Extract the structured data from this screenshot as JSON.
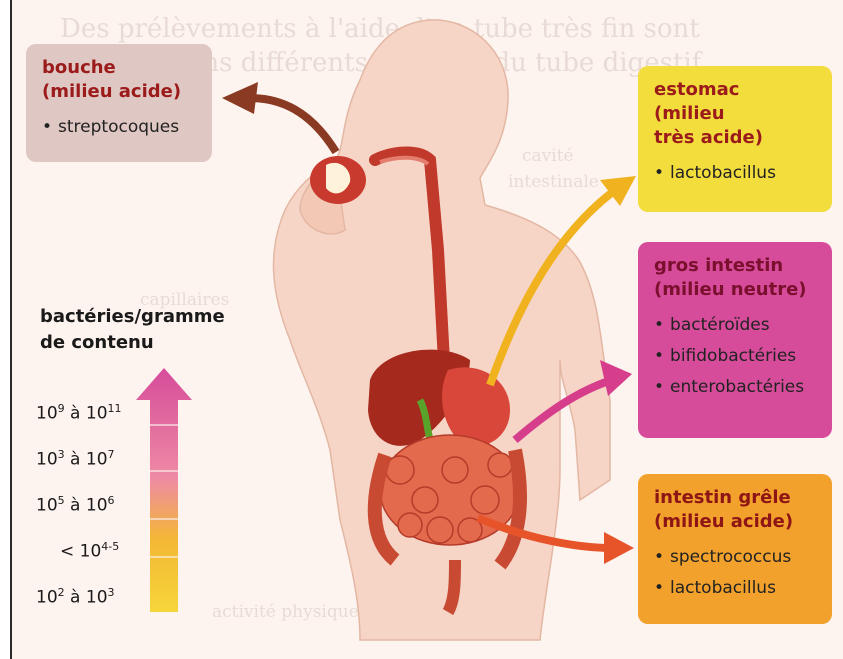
{
  "background_text": {
    "line1": "Des prélèvements à l'aide d'un tube très fin sont",
    "line2": "réalisés dans différents endroits du tube digestif",
    "caption1": "cavité",
    "caption2": "intestinale",
    "caption3": "capillaires",
    "caption4": "activité physique"
  },
  "boxes": {
    "mouth": {
      "title": "bouche\n(milieu acide)",
      "items": [
        "streptocoques"
      ]
    },
    "stomach": {
      "title": "estomac\n(milieu\ntrès acide)",
      "items": [
        "lactobacillus"
      ]
    },
    "colon": {
      "title": "gros intestin\n(milieu neutre)",
      "items": [
        "bactéroïdes",
        "bifidobactéries",
        "enterobactéries"
      ]
    },
    "small_intestine": {
      "title": "intestin grêle\n(milieu acide)",
      "items": [
        "spectrococcus",
        "lactobacillus"
      ]
    }
  },
  "scale": {
    "title": "bactéries/gramme\nde contenu",
    "levels": [
      {
        "base": "10",
        "exp": "9",
        "sep": " à ",
        "base2": "10",
        "exp2": "11"
      },
      {
        "base": "10",
        "exp": "3",
        "sep": " à ",
        "base2": "10",
        "exp2": "7"
      },
      {
        "base": "10",
        "exp": "5",
        "sep": " à ",
        "base2": "10",
        "exp2": "6"
      },
      {
        "prefix": "< ",
        "base": "10",
        "exp": "4-5"
      },
      {
        "base": "10",
        "exp": "2",
        "sep": " à ",
        "base2": "10",
        "exp2": "3"
      }
    ]
  },
  "colors": {
    "mouth_arrow": "#8a3a22",
    "stomach_arrow": "#f0b21e",
    "colon_arrow": "#d63e8c",
    "small_intestine_arrow": "#e8542a",
    "scale_top": "#d64c9a",
    "scale_bottom": "#f6d63a"
  }
}
